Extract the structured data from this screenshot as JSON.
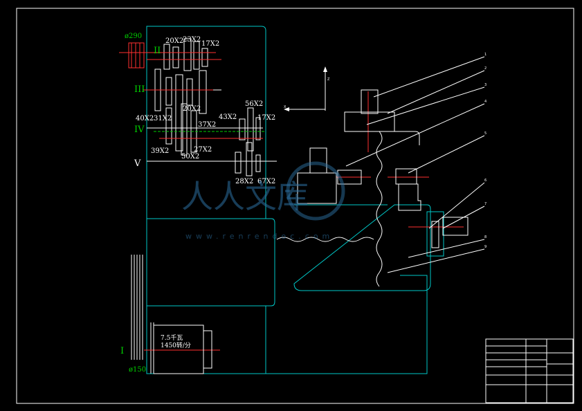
{
  "shaft_labels": [
    "II",
    "III",
    "IV",
    "V",
    "I"
  ],
  "gear_labels": [
    "20X2",
    "23X2",
    "17X2",
    "20X2",
    "43X2",
    "40X2",
    "31X2",
    "37X2",
    "56X2",
    "17X2",
    "39X2",
    "27X2",
    "50X2",
    "28X2",
    "67X2"
  ],
  "diameters": [
    "ø290",
    "ø150"
  ],
  "motor": {
    "power": "7.5千瓦",
    "speed": "1450转/分"
  },
  "leaders": [
    "1",
    "2",
    "3",
    "4",
    "5",
    "6",
    "7",
    "8",
    "9"
  ],
  "axis_labels": {
    "vertical": "Z",
    "horizontal": "X"
  },
  "watermark": {
    "text": "人人文库",
    "url": "www.renrendoc.com"
  },
  "colors": {
    "frame": "#ffffff",
    "body": "#00c8c8",
    "centerline": "#ff3030",
    "shaft_label": "#00d000"
  }
}
